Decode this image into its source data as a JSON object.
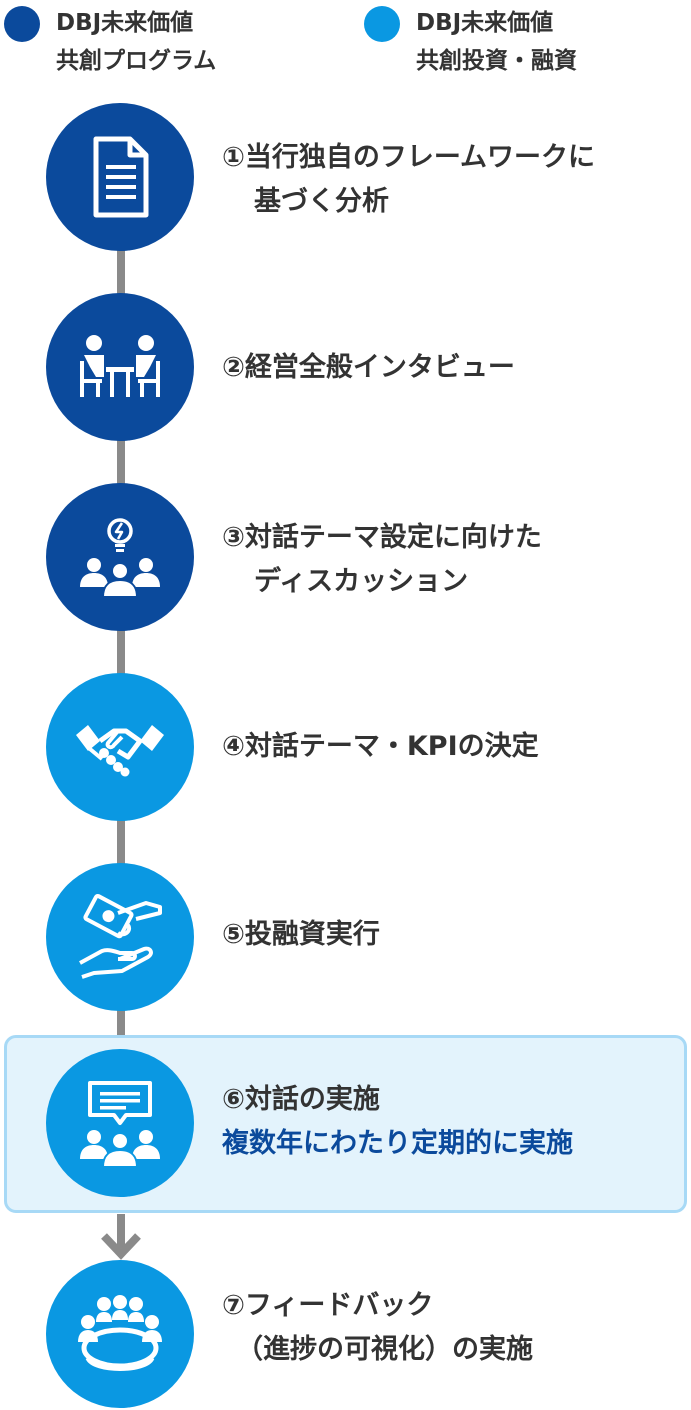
{
  "legend": [
    {
      "color": "#0b4a9c",
      "line1": "DBJ未来価値",
      "line2": "共創プログラム"
    },
    {
      "color": "#0a98e2",
      "line1": "DBJ未来価値",
      "line2": "共創投資・融資"
    }
  ],
  "colors": {
    "program": "#0b4a9c",
    "investment": "#0a98e2",
    "connector": "#8a8a8a",
    "highlight_bg": "#e3f3fc",
    "highlight_border": "#a7d9f6"
  },
  "steps": [
    {
      "icon": "document-icon",
      "color": "program",
      "line1": "①当行独自のフレームワークに",
      "line2": "基づく分析"
    },
    {
      "icon": "meeting-icon",
      "color": "program",
      "line1": "②経営全般インタビュー"
    },
    {
      "icon": "lightbulb-people-icon",
      "color": "program",
      "line1": "③対話テーマ設定に向けた",
      "line2": "ディスカッション"
    },
    {
      "icon": "handshake-icon",
      "color": "investment",
      "line1": "④対話テーマ・KPIの決定"
    },
    {
      "icon": "money-hand-icon",
      "color": "investment",
      "line1": "⑤投融資実行"
    },
    {
      "icon": "dialogue-people-icon",
      "color": "investment",
      "line1": "⑥対話の実施",
      "line2": "複数年にわたり定期的に実施"
    },
    {
      "icon": "round-table-icon",
      "color": "investment",
      "line1": "⑦フィードバック",
      "line2": "（進捗の可視化）の実施"
    }
  ]
}
